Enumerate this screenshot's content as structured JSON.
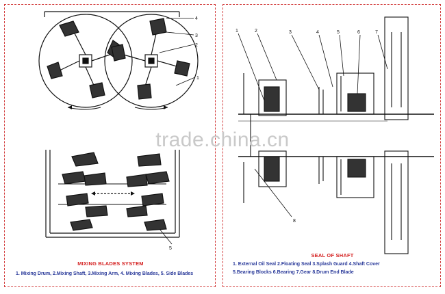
{
  "watermark": "trade.china.cn",
  "left": {
    "callouts": [
      "4",
      "3",
      "2",
      "1",
      "5"
    ],
    "caption_title": "MIXING BLADES SYSTEM",
    "caption_text": "1. Mixing Drum, 2.Mixing Shaft, 3.Mixing Arm, 4. Mixing Blades, 5. Side Blades"
  },
  "right": {
    "callouts": [
      "1",
      "2",
      "3",
      "4",
      "5",
      "6",
      "7",
      "8"
    ],
    "caption_title": "SEAL OF SHAFT",
    "caption_line1": "1. External Oil Seal   2.Floating Seal   3.Splash Guard   4.Shaft Cover",
    "caption_line2": "5.Bearing Blocks   6.Bearing   7.Gear   8.Drum End Blade"
  },
  "colors": {
    "border": "#d23a3a",
    "caption_title": "#d42020",
    "caption_text": "#2a3a9a",
    "line": "#111111"
  }
}
